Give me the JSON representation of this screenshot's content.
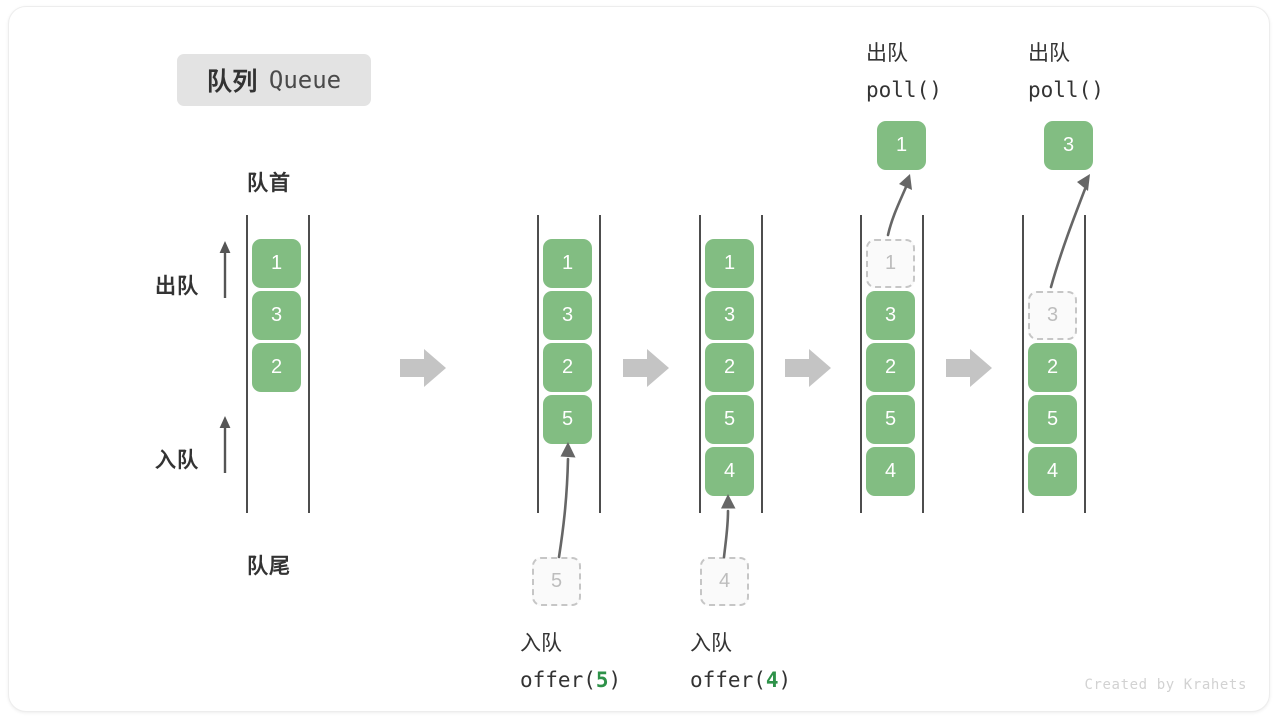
{
  "title": {
    "cn": "队列",
    "en": "Queue"
  },
  "footer": {
    "credit": "Created by Krahets"
  },
  "labels": {
    "front": "队首",
    "rear": "队尾",
    "dequeue": "出队",
    "enqueue": "入队"
  },
  "colors": {
    "element": "#82BD82",
    "ghost_fill": "#FAFAFA",
    "ghost_border": "#C6C6C6",
    "rail": "#4D4D4D",
    "transition_arrow": "#C4C4C4",
    "badge_bg": "#E3E3E3",
    "text": "#333333",
    "code_number": "#2E9249",
    "credit": "#D2D2D2"
  },
  "columns": [
    {
      "id": "initial",
      "operation": "none",
      "header": {
        "cn": "",
        "code": ""
      },
      "items": [
        "1",
        "3",
        "2"
      ],
      "ghost": null,
      "extracted": null,
      "caption": {
        "cn": "",
        "code_prefix": "",
        "code_value": "",
        "code_suffix": ""
      }
    },
    {
      "id": "offer-5",
      "operation": "enqueue",
      "header": {
        "cn": "",
        "code": ""
      },
      "items": [
        "1",
        "3",
        "2",
        "5"
      ],
      "ghost": {
        "value": "5",
        "position": "below"
      },
      "extracted": null,
      "caption": {
        "cn": "入队",
        "code_prefix": "offer(",
        "code_value": "5",
        "code_suffix": ")"
      }
    },
    {
      "id": "offer-4",
      "operation": "enqueue",
      "header": {
        "cn": "",
        "code": ""
      },
      "items": [
        "1",
        "3",
        "2",
        "5",
        "4"
      ],
      "ghost": {
        "value": "4",
        "position": "below"
      },
      "extracted": null,
      "caption": {
        "cn": "入队",
        "code_prefix": "offer(",
        "code_value": "4",
        "code_suffix": ")"
      }
    },
    {
      "id": "poll-1",
      "operation": "dequeue",
      "header": {
        "cn": "出队",
        "code": "poll()"
      },
      "items": [
        "3",
        "2",
        "5",
        "4"
      ],
      "ghost": {
        "value": "1",
        "position": "slot-0"
      },
      "extracted": "1",
      "caption": {
        "cn": "",
        "code_prefix": "",
        "code_value": "",
        "code_suffix": ""
      }
    },
    {
      "id": "poll-3",
      "operation": "dequeue",
      "header": {
        "cn": "出队",
        "code": "poll()"
      },
      "items": [
        "2",
        "5",
        "4"
      ],
      "ghost": {
        "value": "3",
        "position": "slot-1"
      },
      "extracted": "3",
      "caption": {
        "cn": "",
        "code_prefix": "",
        "code_value": "",
        "code_suffix": ""
      }
    }
  ],
  "transitions": [
    "→",
    "→",
    "→",
    "→"
  ],
  "chart_data": {
    "type": "diagram",
    "title": "队列 Queue",
    "description": "Queue FIFO operations: offer(5), offer(4), poll() returning 1, poll() returning 3",
    "states": [
      {
        "step": 0,
        "queue": [
          "1",
          "3",
          "2"
        ],
        "op": "initial"
      },
      {
        "step": 1,
        "queue": [
          "1",
          "3",
          "2",
          "5"
        ],
        "op": "offer(5)"
      },
      {
        "step": 2,
        "queue": [
          "1",
          "3",
          "2",
          "5",
          "4"
        ],
        "op": "offer(4)"
      },
      {
        "step": 3,
        "queue": [
          "3",
          "2",
          "5",
          "4"
        ],
        "op": "poll()",
        "returned": "1"
      },
      {
        "step": 4,
        "queue": [
          "2",
          "5",
          "4"
        ],
        "op": "poll()",
        "returned": "3"
      }
    ]
  }
}
